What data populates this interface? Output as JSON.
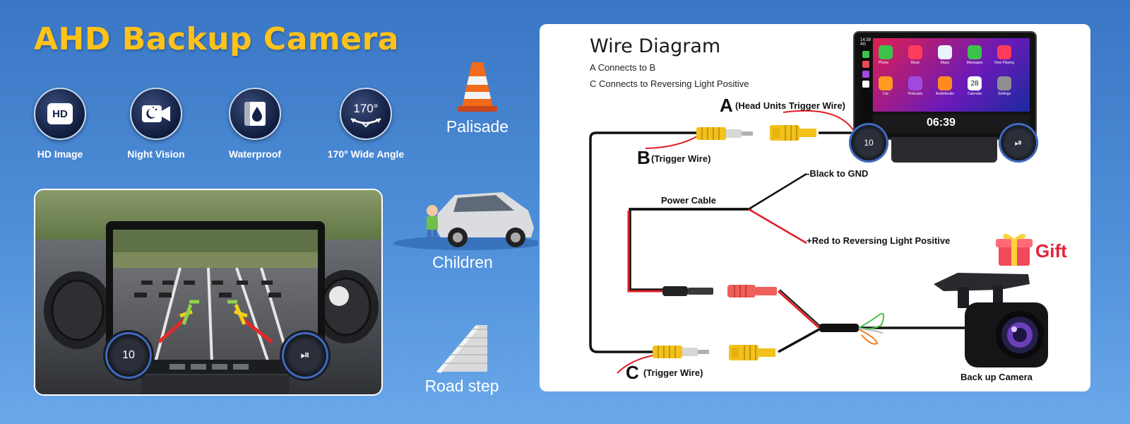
{
  "title": "AHD Backup Camera",
  "features": [
    {
      "label": "HD Image",
      "icon": "hd-icon",
      "badge": "HD"
    },
    {
      "label": "Night Vision",
      "icon": "night-vision-icon"
    },
    {
      "label": "Waterproof",
      "icon": "waterproof-icon"
    },
    {
      "label": "170° Wide Angle",
      "icon": "wide-angle-icon",
      "badge": "170°"
    }
  ],
  "hazards": [
    {
      "label": "Palisade",
      "icon": "traffic-cone-icon"
    },
    {
      "label": "Children",
      "icon": "child-car-icon"
    },
    {
      "label": "Road step",
      "icon": "road-step-icon"
    }
  ],
  "head_unit_photo": {
    "volume": "10",
    "icon": "play-pause-icon"
  },
  "diagram": {
    "title": "Wire Diagram",
    "notes": [
      "A Connects to B",
      "C Connects to Reversing Light Positive"
    ],
    "labels": {
      "a_letter": "A",
      "a_text": "(Head Units Trigger Wire)",
      "b_letter": "B",
      "b_text": "(Trigger Wire)",
      "c_letter": "C",
      "c_text": "(Trigger Wire)",
      "power_cable": "Power Cable",
      "black_gnd": "-Black to GND",
      "red_positive": "+Red to Reversing Light Positive",
      "gift": "Gift",
      "camera": "Back up Camera"
    },
    "head_unit": {
      "status_time": "14:39",
      "status_battery": "4G",
      "clock": "06:39",
      "volume": "10",
      "calendar_day": "28",
      "apps": [
        "Phone",
        "Music",
        "Maps",
        "Messages",
        "Now Playing",
        "Car",
        "Podcasts",
        "Audiobooks",
        "Calendar",
        "Settings"
      ]
    }
  },
  "colors": {
    "title": "#ffc21a",
    "wire_black": "#111111",
    "wire_red": "#e01f26",
    "rca_yellow": "#f2c11a",
    "dc_red": "#f0605a",
    "gift": "#e8203a"
  }
}
